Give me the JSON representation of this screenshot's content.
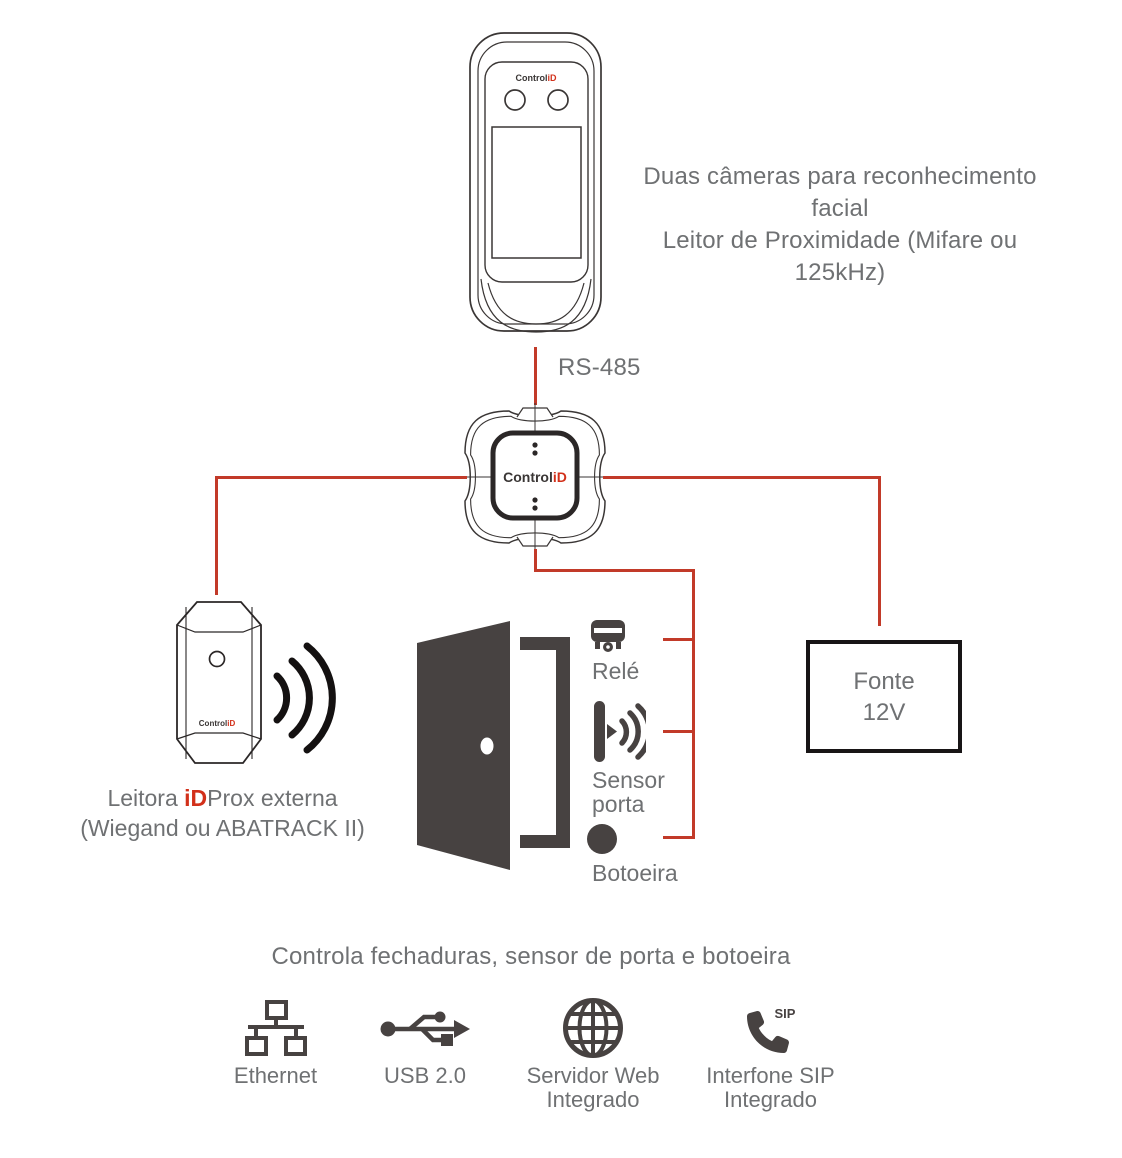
{
  "colors": {
    "accent_red": "#c23a29",
    "logo_red": "#d2301a",
    "text_gray": "#6f7173",
    "icon_dark": "#474241",
    "outline_dark": "#3a3635"
  },
  "brand": {
    "name_part1": "Control",
    "name_part2": "iD"
  },
  "terminal": {
    "note_line1": "Duas câmeras para reconhecimento facial",
    "note_line2": "Leitor de Proximidade (Mifare ou 125kHz)"
  },
  "connections": {
    "rs485_label": "RS-485"
  },
  "reader": {
    "label_prefix": "Leitora ",
    "label_brand": "iD",
    "label_suffix": "Prox externa",
    "label_line2": "(Wiegand ou ABATRACK II)"
  },
  "door": {
    "relay_label": "Relé",
    "sensor_label_line1": "Sensor",
    "sensor_label_line2": "porta",
    "button_label": "Botoeira"
  },
  "power": {
    "line1": "Fonte",
    "line2": "12V"
  },
  "caption": "Controla fechaduras, sensor de porta e botoeira",
  "features": [
    {
      "icon": "ethernet-icon",
      "line1": "Ethernet",
      "line2": ""
    },
    {
      "icon": "usb-icon",
      "line1": "USB 2.0",
      "line2": ""
    },
    {
      "icon": "web-server-icon",
      "line1": "Servidor Web",
      "line2": "Integrado"
    },
    {
      "icon": "sip-phone-icon",
      "line1": "Interfone SIP",
      "line2": "Integrado",
      "icon_text": "SIP"
    }
  ]
}
